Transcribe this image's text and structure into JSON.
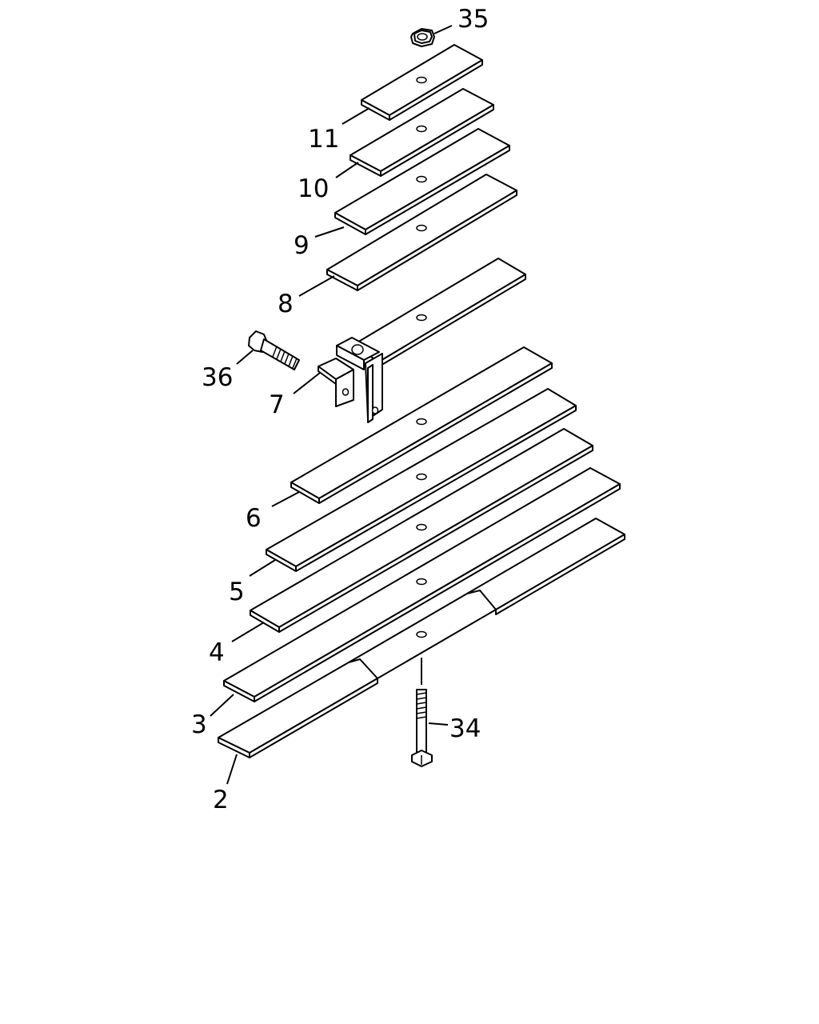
{
  "diagram": {
    "callouts": [
      {
        "id": "35",
        "label": "35"
      },
      {
        "id": "11",
        "label": "11"
      },
      {
        "id": "10",
        "label": "10"
      },
      {
        "id": "9",
        "label": "9"
      },
      {
        "id": "8",
        "label": "8"
      },
      {
        "id": "36",
        "label": "36"
      },
      {
        "id": "7",
        "label": "7"
      },
      {
        "id": "6",
        "label": "6"
      },
      {
        "id": "5",
        "label": "5"
      },
      {
        "id": "4",
        "label": "4"
      },
      {
        "id": "34",
        "label": "34"
      },
      {
        "id": "3",
        "label": "3"
      },
      {
        "id": "2",
        "label": "2"
      }
    ]
  }
}
